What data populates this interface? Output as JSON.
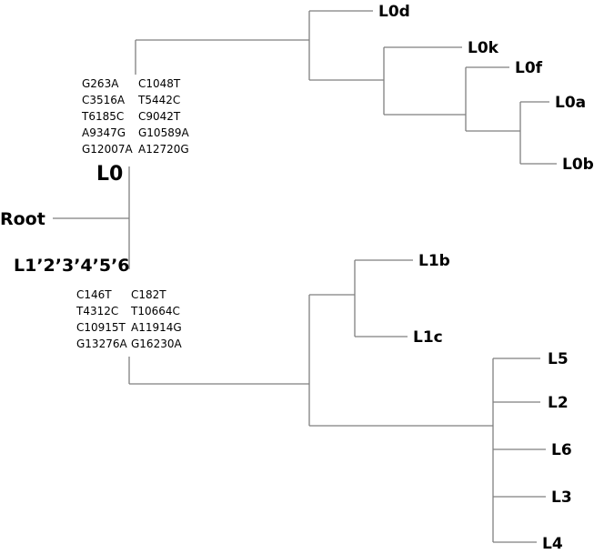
{
  "root_label": "Root",
  "clades": {
    "l0": {
      "label": "L0",
      "mutations": [
        [
          "G263A",
          "C1048T"
        ],
        [
          "C3516A",
          "T5442C"
        ],
        [
          "T6185C",
          "C9042T"
        ],
        [
          "A9347G",
          "G10589A"
        ],
        [
          "G12007A",
          "A12720G"
        ]
      ]
    },
    "l1_6": {
      "label": "L1’2’3’4’5’6",
      "mutations": [
        [
          "C146T",
          "C182T"
        ],
        [
          "T4312C",
          "T10664C"
        ],
        [
          "C10915T",
          "A11914G"
        ],
        [
          "G13276A",
          "G16230A"
        ]
      ]
    }
  },
  "leaves": {
    "l0d": "L0d",
    "l0k": "L0k",
    "l0f": "L0f",
    "l0a": "L0a",
    "l0b": "L0b",
    "l1b": "L1b",
    "l1c": "L1c",
    "l5": "L5",
    "l2": "L2",
    "l6": "L6",
    "l3": "L3",
    "l4": "L4"
  }
}
